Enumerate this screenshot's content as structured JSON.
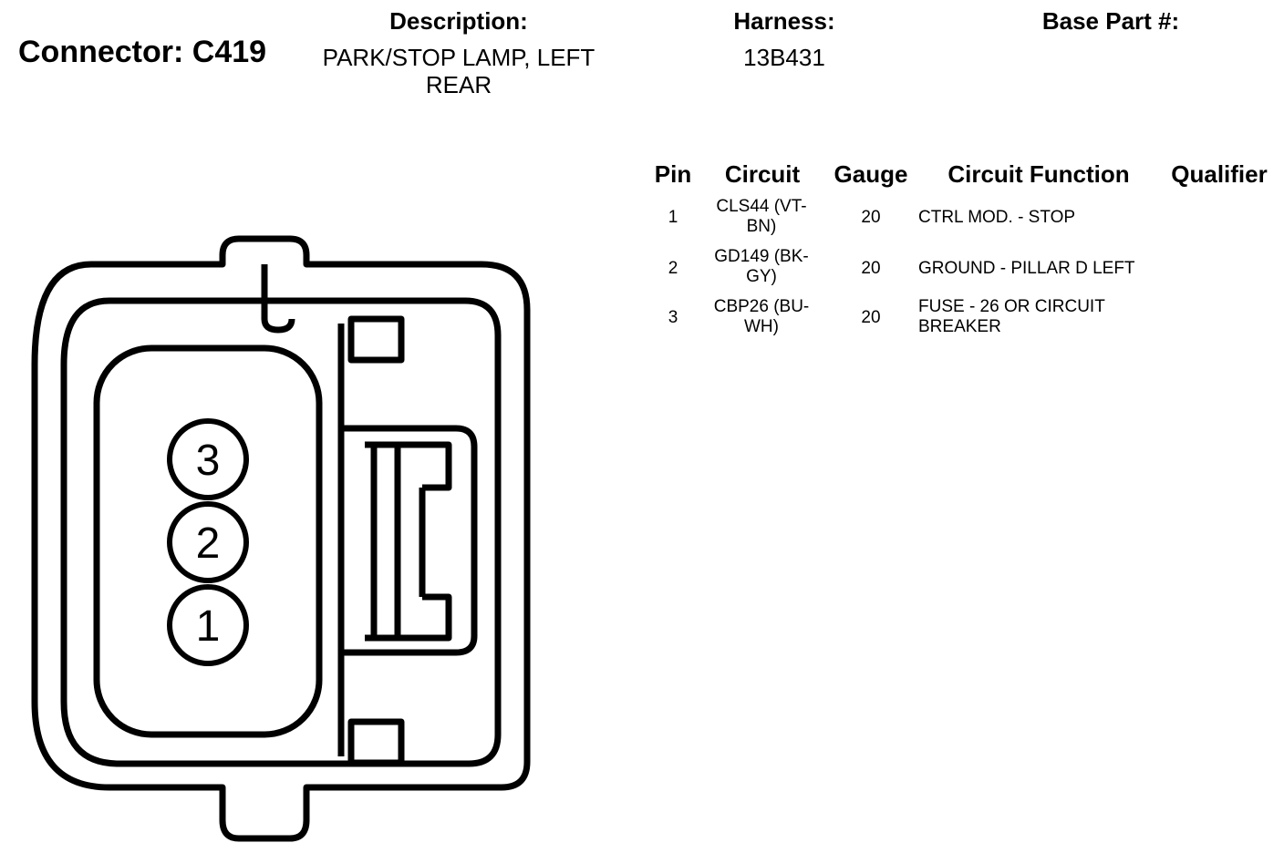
{
  "header": {
    "connector_title": "Connector: C419",
    "description_label": "Description:",
    "description_value": "PARK/STOP LAMP, LEFT REAR",
    "harness_label": "Harness:",
    "harness_value": "13B431",
    "base_part_label": "Base Part #:",
    "base_part_value": ""
  },
  "table": {
    "columns": [
      "Pin",
      "Circuit",
      "Gauge",
      "Circuit Function",
      "Qualifier"
    ],
    "rows": [
      {
        "pin": "1",
        "circuit": "CLS44 (VT-BN)",
        "gauge": "20",
        "function": "CTRL MOD. - STOP",
        "qualifier": ""
      },
      {
        "pin": "2",
        "circuit": "GD149 (BK-GY)",
        "gauge": "20",
        "function": "GROUND - PILLAR D LEFT",
        "qualifier": ""
      },
      {
        "pin": "3",
        "circuit": "CBP26 (BU-WH)",
        "gauge": "20",
        "function": "FUSE - 26 OR CIRCUIT BREAKER",
        "qualifier": ""
      }
    ]
  },
  "connector_face": {
    "pins": [
      "3",
      "2",
      "1"
    ]
  }
}
